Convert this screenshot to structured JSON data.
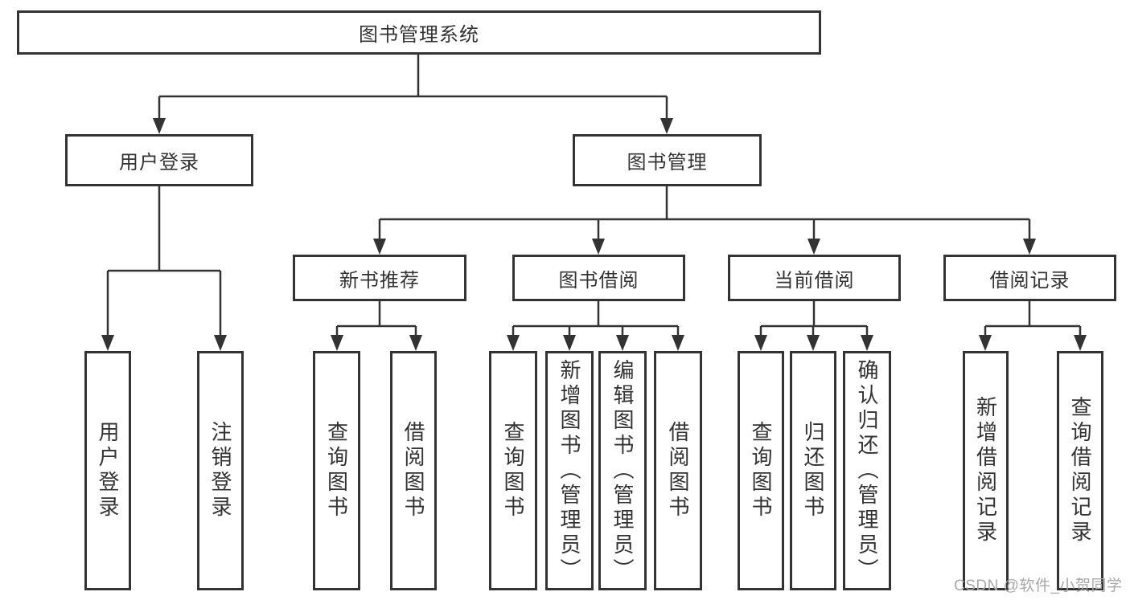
{
  "root": {
    "label": "图书管理系统"
  },
  "user_login": {
    "label": "用户登录",
    "children": [
      {
        "label": "用户登录"
      },
      {
        "label": "注销登录"
      }
    ]
  },
  "book_management": {
    "label": "图书管理",
    "sections": [
      {
        "label": "新书推荐",
        "children": [
          {
            "label": "查询图书"
          },
          {
            "label": "借阅图书"
          }
        ]
      },
      {
        "label": "图书借阅",
        "children": [
          {
            "label": "查询图书"
          },
          {
            "label": "新增图书（管理员）"
          },
          {
            "label": "编辑图书（管理员）"
          },
          {
            "label": "借阅图书"
          }
        ]
      },
      {
        "label": "当前借阅",
        "children": [
          {
            "label": "查询图书"
          },
          {
            "label": "归还图书"
          },
          {
            "label": "确认归还（管理员）"
          }
        ]
      },
      {
        "label": "借阅记录",
        "children": [
          {
            "label": "新增借阅记录"
          },
          {
            "label": "查询借阅记录"
          }
        ]
      }
    ]
  },
  "watermark": "CSDN @软件_小贺同学",
  "colors": {
    "line": "#333333",
    "text": "#333333",
    "watermark": "#a8a8a8",
    "background": "#ffffff"
  }
}
